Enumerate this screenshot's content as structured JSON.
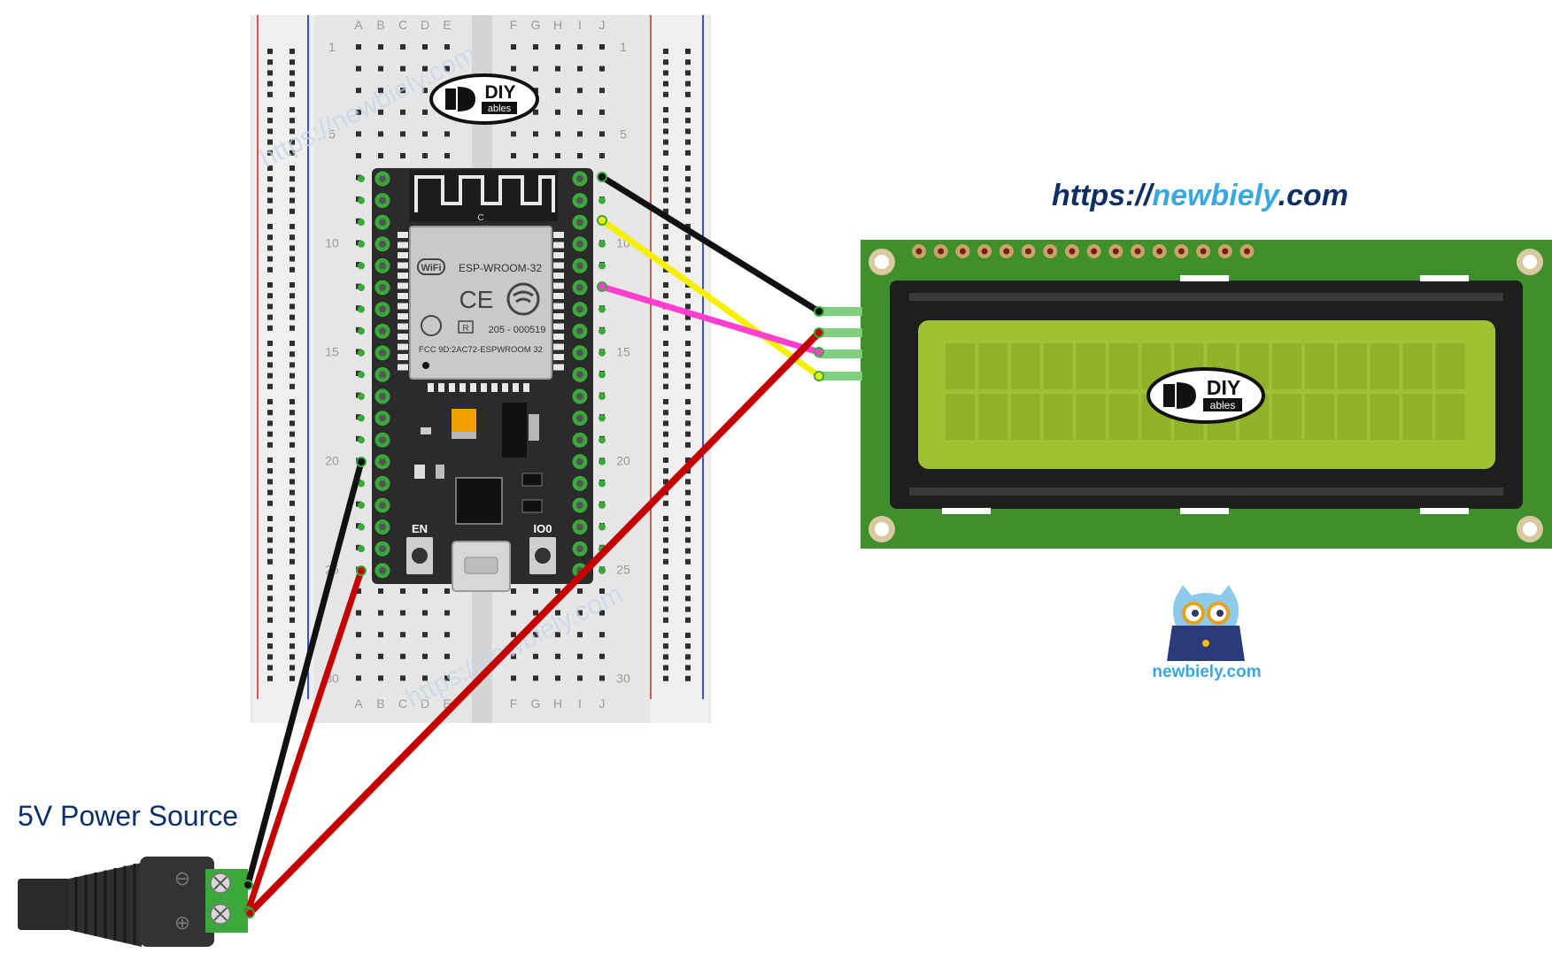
{
  "site_url": {
    "prefix": "https://",
    "brand": "newbiely",
    "suffix": ".com",
    "prefix_color": "#0d2f66",
    "brand_color": "#3aa8e0"
  },
  "power_source_label": "5V Power Source",
  "footer_logo_text": "newbiely.com",
  "diy_logo": {
    "main": "DIY",
    "sub": "ables"
  },
  "watermark_text": "https://newbiely.com",
  "breadboard": {
    "cols_left": [
      "A",
      "B",
      "C",
      "D",
      "E"
    ],
    "cols_right": [
      "F",
      "G",
      "H",
      "I",
      "J"
    ],
    "row_numbers": [
      "1",
      "5",
      "10",
      "15",
      "20",
      "25",
      "30"
    ]
  },
  "esp32": {
    "module_name": "ESP-WROOM-32",
    "cert_code": "205 - 000519",
    "fcc_text": "FCC 9D:2AC72-ESPWROOM 32",
    "ce_mark": "CE",
    "wifi_mark": "WiFi",
    "r_mark": "R",
    "antenna_letter": "C",
    "en_label": "EN",
    "io0_label": "IO0"
  },
  "power_jack": {
    "minus_symbol": "⊖",
    "plus_symbol": "⊕"
  },
  "colors": {
    "wire_black": "#111111",
    "wire_red": "#c40000",
    "wire_yellow": "#f5f000",
    "wire_magenta": "#ff3fd0",
    "lcd_pcb": "#3f8f2c",
    "lcd_screen": "#9fc234",
    "esp_board": "#2b2b2b",
    "rail_red": "#d9534f",
    "rail_blue": "#3b4fd6"
  }
}
